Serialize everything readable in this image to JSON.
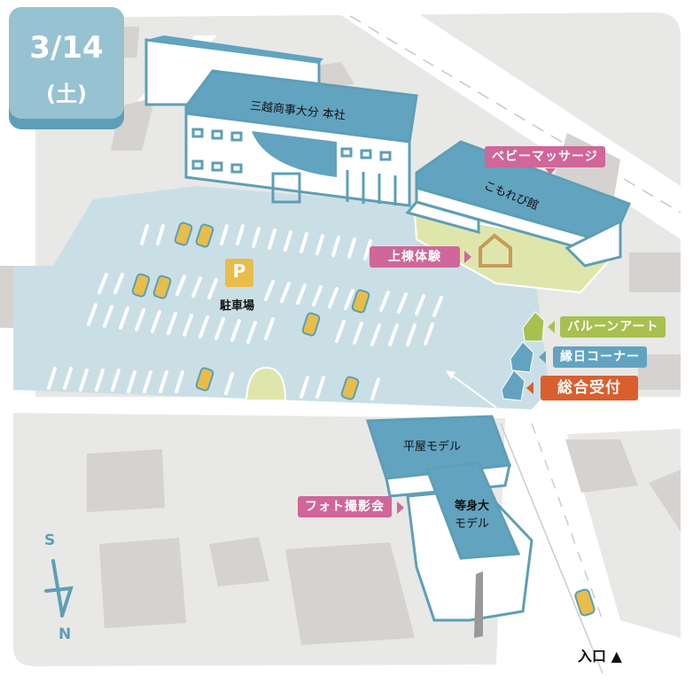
{
  "date_badge": {
    "date": "3/14",
    "weekday": "(土)"
  },
  "buildings": {
    "head_office": "三越商事大分 本社",
    "komorebi": "こもれび館",
    "flat_model": "平屋モデル",
    "life_size_model_line1": "等身大",
    "life_size_model_line2": "モデル"
  },
  "parking": {
    "icon_letter": "P",
    "label": "駐車場"
  },
  "events": {
    "baby_massage": "ベビーマッサージ",
    "joto_taiken": "上棟体験",
    "balloon_art": "バルーンアート",
    "ennichi_corner": "縁日コーナー",
    "general_reception": "総合受付",
    "photo_session": "フォト撮影会"
  },
  "compass": {
    "top": "S",
    "bottom": "N"
  },
  "entrance": {
    "label": "入口",
    "marker": "▲"
  },
  "colors": {
    "building_roof": "#62a3c0",
    "lot": "#cadfe5",
    "ground": "#e8e8e7",
    "block": "#d5d2d0",
    "lawn": "#dfe6ac",
    "pink": "#d0669a",
    "green": "#a6c150",
    "blue": "#62a3c0",
    "orange": "#d95f2e",
    "parking_yellow": "#e8bd4a",
    "date_badge": "#97c2d1"
  }
}
